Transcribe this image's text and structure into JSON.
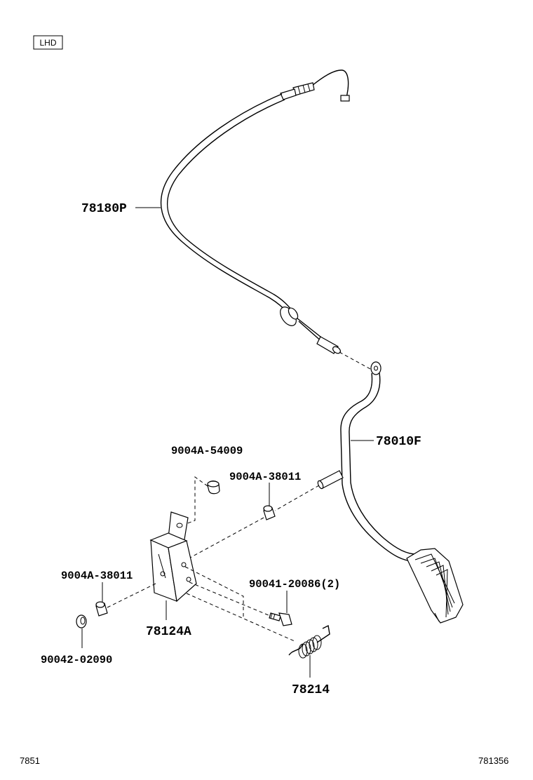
{
  "region_tag": "LHD",
  "callouts": {
    "cable": "78180P",
    "pedal_arm": "78010F",
    "grommet_top": "9004A-54009",
    "bushing_right": "9004A-38011",
    "bushing_left": "9004A-38011",
    "bolt": "90041-20086(2)",
    "bracket": "78124A",
    "washer": "90042-02090",
    "spring": "78214"
  },
  "footer": {
    "left_code": "7851",
    "right_code": "781356"
  }
}
